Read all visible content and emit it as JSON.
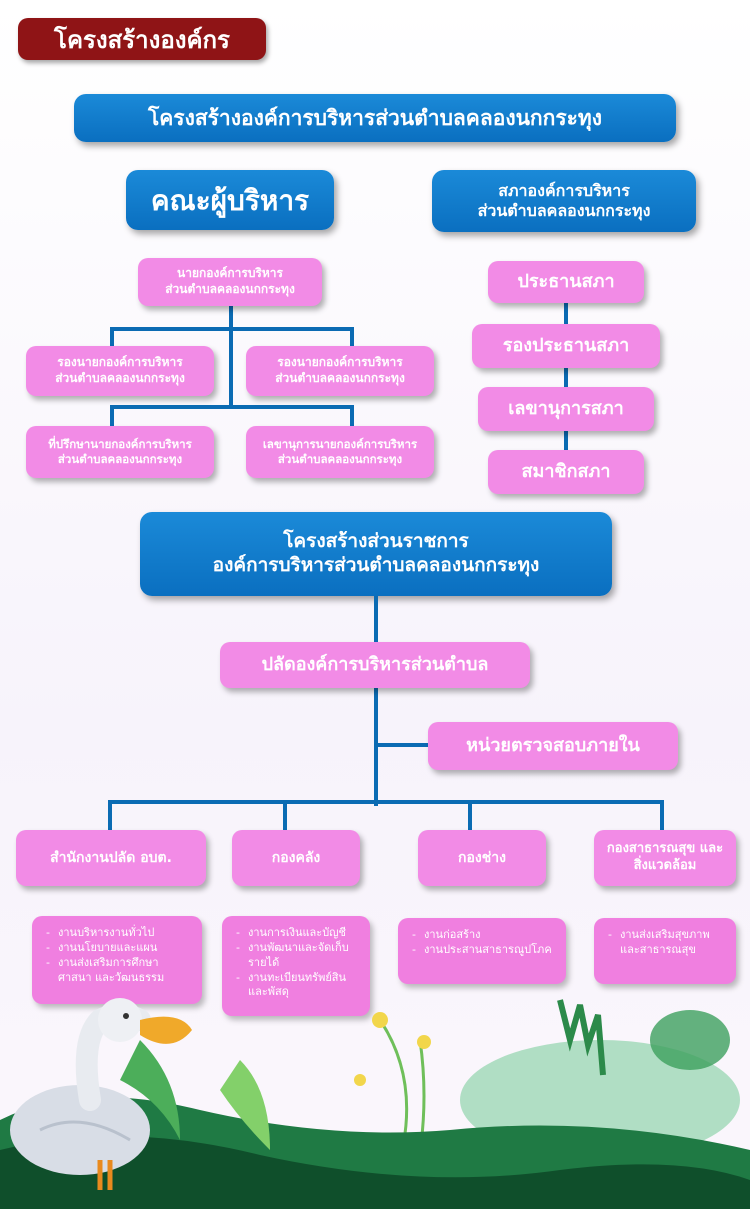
{
  "header_tab": "โครงสร้างองค์กร",
  "main_title": "โครงสร้างองค์การบริหารส่วนตำบลคลองนกกระทุง",
  "executive": {
    "title": "คณะผู้บริหาร",
    "mayor": [
      "นายกองค์การบริหาร",
      "ส่วนตำบลคลองนกกระทุง"
    ],
    "deputy_left": [
      "รองนายกองค์การบริหาร",
      "ส่วนตำบลคลองนกกระทุง"
    ],
    "deputy_right": [
      "รองนายกองค์การบริหาร",
      "ส่วนตำบลคลองนกกระทุง"
    ],
    "advisor": [
      "ที่ปรึกษานายกองค์การบริหาร",
      "ส่วนตำบลคลองนกกระทุง"
    ],
    "secretary": [
      "เลขานุการนายกองค์การบริหาร",
      "ส่วนตำบลคลองนกกระทุง"
    ]
  },
  "council": {
    "title": [
      "สภาองค์การบริหาร",
      "ส่วนตำบลคลองนกกระทุง"
    ],
    "members": [
      "ประธานสภา",
      "รองประธานสภา",
      "เลขานุการสภา",
      "สมาชิกสภา"
    ]
  },
  "admin": {
    "title": [
      "โครงสร้างส่วนราชการ",
      "องค์การบริหารส่วนตำบลคลองนกกระทุง"
    ],
    "head": "ปลัดองค์การบริหารส่วนตำบล",
    "audit": "หน่วยตรวจสอบภายใน",
    "divisions": [
      {
        "name": "สำนักงานปลัด อบต.",
        "tasks": [
          "งานบริหารงานทั่วไป",
          "งานนโยบายและแผน",
          "งานส่งเสริมการศึกษา ศาสนา และวัฒนธรรม"
        ]
      },
      {
        "name": "กองคลัง",
        "tasks": [
          "งานการเงินและบัญชี",
          "งานพัฒนาและจัดเก็บรายได้",
          "งานทะเบียนทรัพย์สินและพัสดุ"
        ]
      },
      {
        "name": "กองช่าง",
        "tasks": [
          "งานก่อสร้าง",
          "งานประสานสาธารณูปโภค"
        ]
      },
      {
        "name": "กองสาธารณสุข และสิ่งแวดล้อม",
        "tasks": [
          "งานส่งเสริมสุขภาพและสาธารณสุข"
        ]
      }
    ]
  },
  "colors": {
    "title_blue": "#0a6fc0",
    "box_pink": "#f28be6",
    "tab_red": "#8f1416",
    "line": "#0b6bb3"
  }
}
